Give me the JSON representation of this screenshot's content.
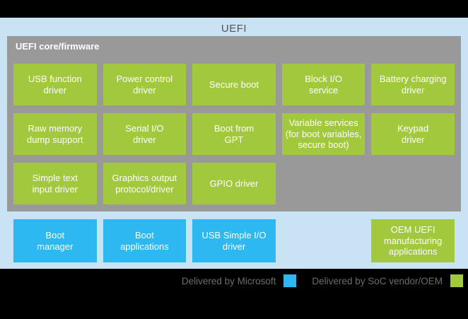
{
  "title": "UEFI",
  "core": {
    "label": "UEFI core/firmware",
    "rows": [
      [
        "USB function\ndriver",
        "Power control\ndriver",
        "Secure boot",
        "Block I/O\nservice",
        "Battery charging\ndriver"
      ],
      [
        "Raw memory\ndump support",
        "Serial I/O\ndriver",
        "Boot from\nGPT",
        "Variable services\n(for boot variables,\nsecure boot)",
        "Keypad\ndriver"
      ],
      [
        "Simple text\ninput driver",
        "Graphics output\nprotocol/driver",
        "GPIO driver"
      ]
    ]
  },
  "external": [
    "Boot\nmanager",
    "Boot\napplications",
    "USB Simple I/O\ndriver",
    "OEM UEFI\nmanufacturing\napplications"
  ],
  "legend": {
    "items": [
      {
        "label": "Delivered by Microsoft",
        "color": "#2eb8f2"
      },
      {
        "label": "Delivered by SoC vendor/OEM",
        "color": "#a2c93e"
      }
    ]
  },
  "colors": {
    "microsoft_blue": "#2eb8f2",
    "soc_green": "#a2c93e",
    "background_blue": "#c9e2f4",
    "core_gray": "#999999"
  }
}
